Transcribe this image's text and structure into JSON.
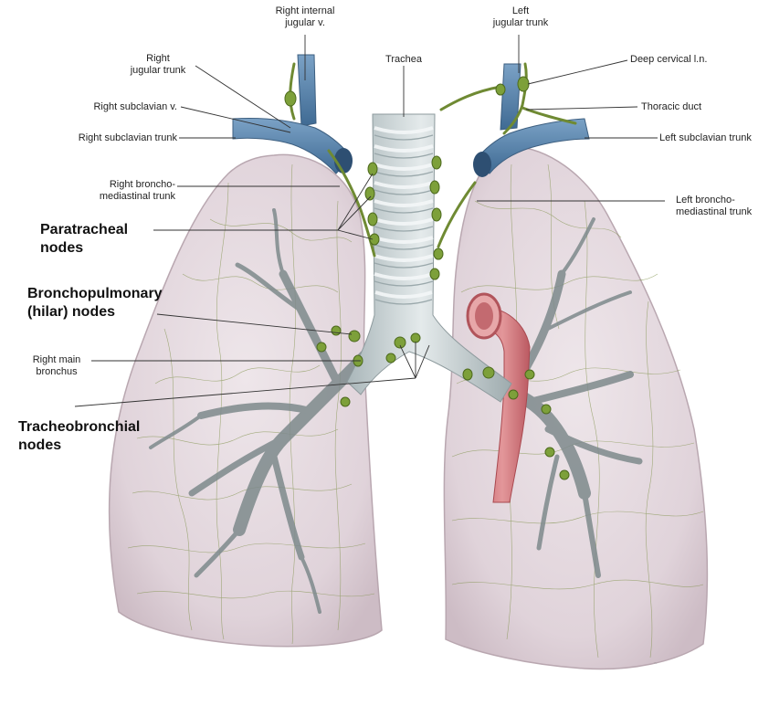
{
  "labels": {
    "right_internal_jugular": [
      "Right internal",
      "jugular v."
    ],
    "left_jugular_trunk": [
      "Left",
      "jugular trunk"
    ],
    "trachea": "Trachea",
    "right_jugular_trunk": [
      "Right",
      "jugular trunk"
    ],
    "deep_cervical": "Deep cervical l.n.",
    "right_subclavian_v": "Right subclavian v.",
    "thoracic_duct": "Thoracic duct",
    "right_subclavian_trunk": "Right subclavian trunk",
    "left_subclavian_trunk": "Left subclavian trunk",
    "right_bronchomediastinal": [
      "Right broncho-",
      "mediastinal trunk"
    ],
    "left_bronchomediastinal": [
      "Left broncho-",
      "mediastinal trunk"
    ],
    "paratracheal": [
      "Paratracheal",
      "nodes"
    ],
    "bronchopulmonary": [
      "Bronchopulmonary",
      "(hilar) nodes"
    ],
    "right_main_bronchus": [
      "Right main",
      "bronchus"
    ],
    "tracheobronchial": [
      "Tracheobronchial",
      "nodes"
    ]
  },
  "colors": {
    "lung_fill": "#e2d6dc",
    "lung_edge": "#b9a7b0",
    "lymph_green": "#6f8a33",
    "node_green": "#7da03a",
    "vein_blue": "#5d86ad",
    "trachea_gray": "#c9d2d4",
    "aorta_pink": "#d5797f",
    "leader_line": "#333333"
  }
}
